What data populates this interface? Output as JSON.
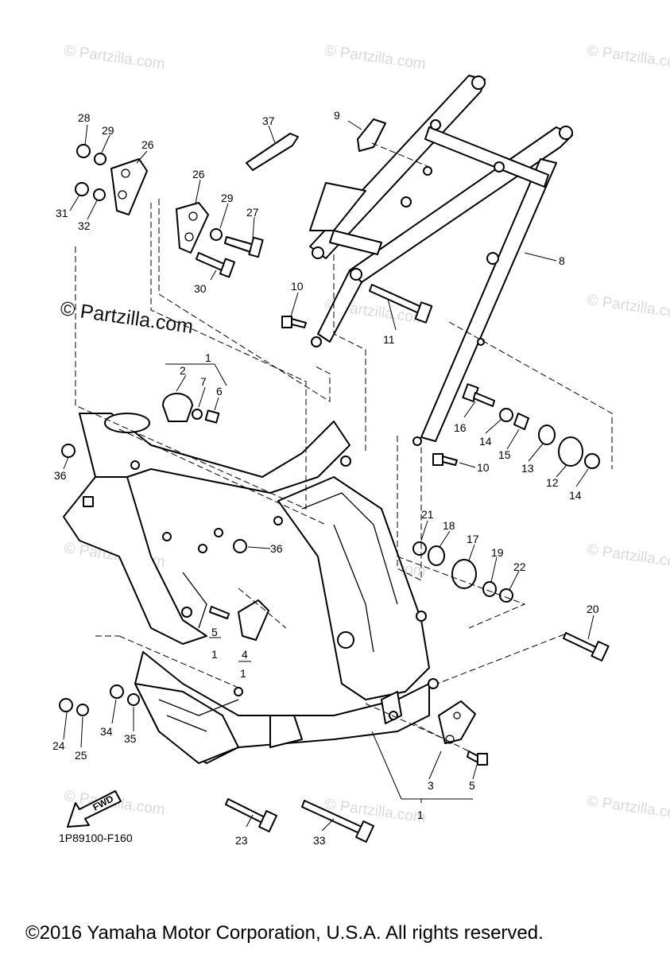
{
  "watermark_text": "© Partzilla.com",
  "brand_text": "© Partzilla.com",
  "fwd_label": "FWD",
  "diagram_code": "1P89100-F160",
  "copyright": "©2016 Yamaha Motor Corporation, U.S.A. All rights reserved.",
  "callouts": [
    "1",
    "2",
    "3",
    "4",
    "5",
    "6",
    "7",
    "8",
    "9",
    "10",
    "11",
    "12",
    "13",
    "14",
    "15",
    "16",
    "17",
    "18",
    "19",
    "20",
    "21",
    "22",
    "23",
    "24",
    "25",
    "26",
    "27",
    "28",
    "29",
    "30",
    "31",
    "32",
    "33",
    "34",
    "35",
    "36",
    "37"
  ]
}
